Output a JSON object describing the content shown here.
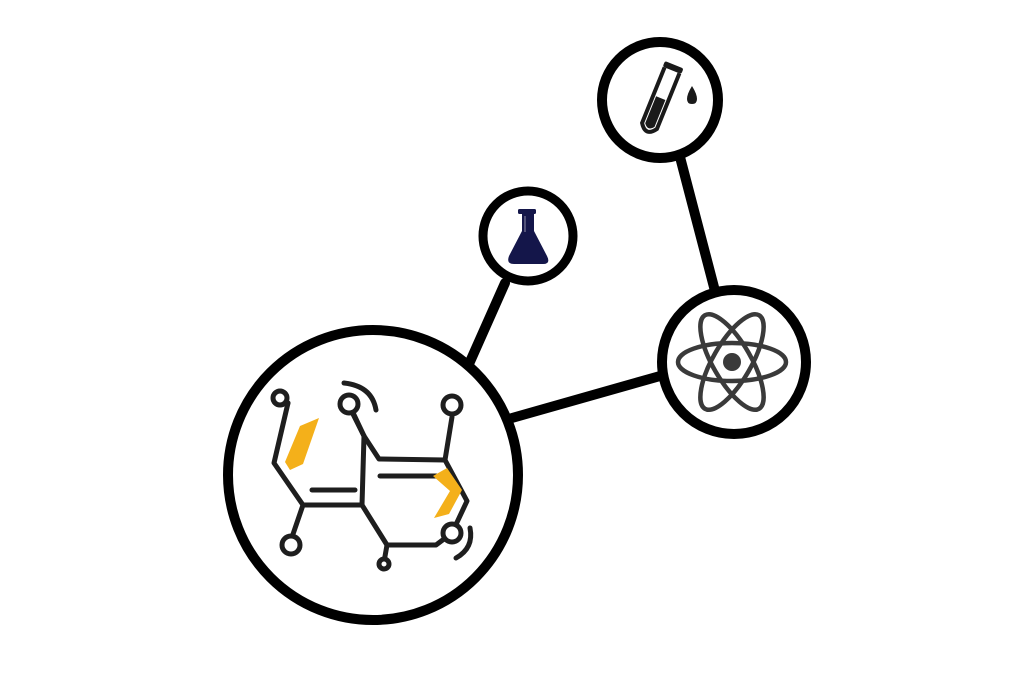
{
  "diagram": {
    "nodes": [
      {
        "id": "molecule",
        "icon": "molecule-icon",
        "size": "large"
      },
      {
        "id": "flask",
        "icon": "flask-icon",
        "size": "small"
      },
      {
        "id": "test-tube",
        "icon": "test-tube-icon",
        "size": "medium"
      },
      {
        "id": "atom",
        "icon": "atom-icon",
        "size": "medium"
      }
    ],
    "links": [
      {
        "from": "molecule",
        "to": "flask"
      },
      {
        "from": "molecule",
        "to": "atom"
      },
      {
        "from": "atom",
        "to": "test-tube"
      }
    ],
    "colors": {
      "background": "#ffffff",
      "outline": "#000000",
      "molecule_lines": "#1e1e1e",
      "molecule_accent": "#f4b01a",
      "flask_fill": "#14164a",
      "test_tube": "#1a1a1a",
      "atom": "#3a3a3a"
    }
  }
}
